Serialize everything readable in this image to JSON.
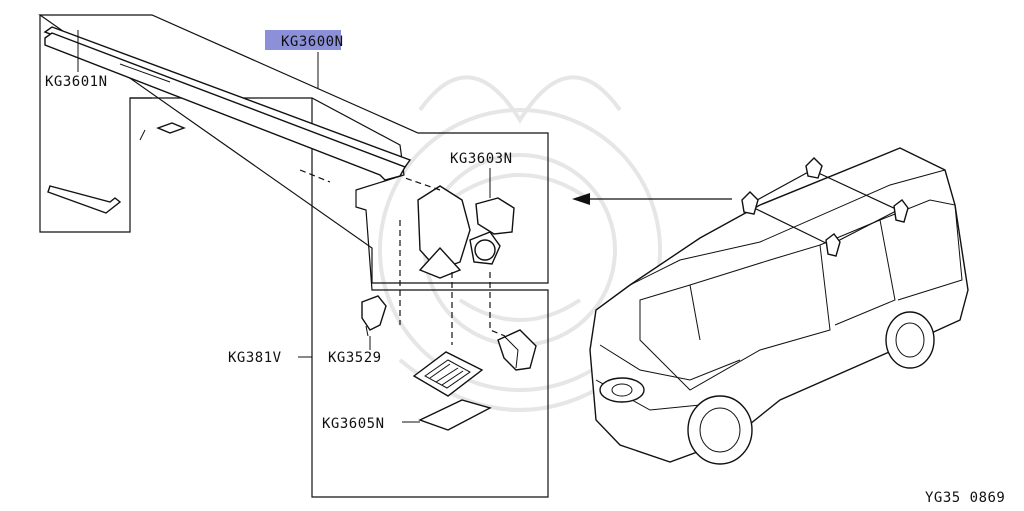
{
  "labels": {
    "kg3600n": "KG3600N",
    "kg3601n": "KG3601N",
    "kg3603n": "KG3603N",
    "kg381v": "KG381V",
    "kg3529": "KG3529",
    "kg3605n": "KG3605N",
    "figure_code": "YG35 0869"
  },
  "colors": {
    "highlight": "#8c90d8",
    "line": "#111111",
    "watermark": "#e6e6e6"
  }
}
